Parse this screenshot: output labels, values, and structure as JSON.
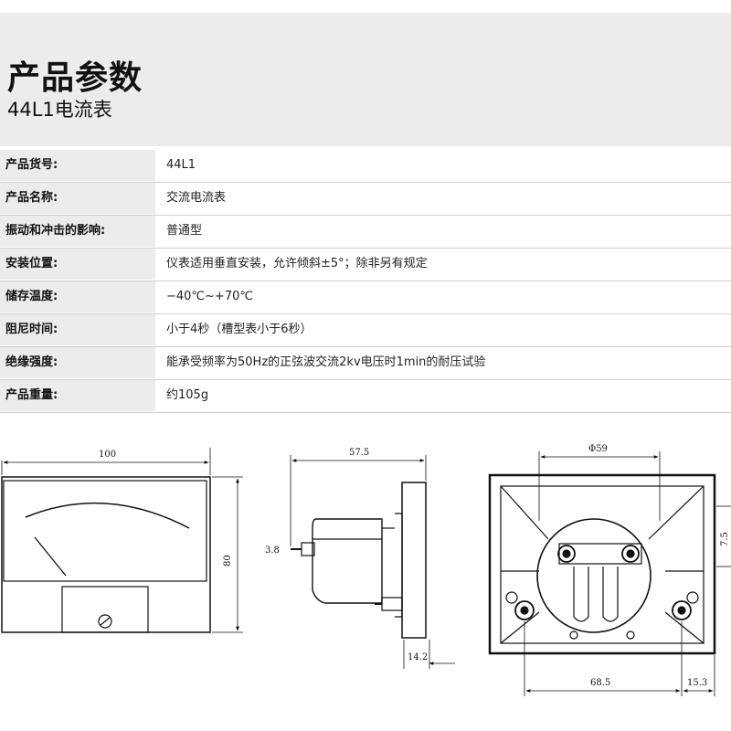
{
  "header": {
    "title": "产品参数",
    "subtitle": "44L1电流表"
  },
  "specs": [
    {
      "label": "产品货号:",
      "value": "44L1"
    },
    {
      "label": "产品名称:",
      "value": "交流电流表"
    },
    {
      "label": "振动和冲击的影响:",
      "value": "普通型"
    },
    {
      "label": "安装位置:",
      "value": "仪表适用垂直安装，允许倾斜±5°；除非另有规定"
    },
    {
      "label": "储存温度:",
      "value": "−40℃~+70℃"
    },
    {
      "label": "阻尼时间:",
      "value": "小于4秒（槽型表小于6秒）"
    },
    {
      "label": "绝缘强度:",
      "value": "能承受频率为50Hz的正弦波交流2kv电压时1min的耐压试验"
    },
    {
      "label": "产品重量:",
      "value": "约105g"
    }
  ],
  "drawing": {
    "front": {
      "width_dim": "100",
      "height_dim": "80"
    },
    "side": {
      "depth_dim": "57.5",
      "stud_dim": "3.8",
      "flange_dim": "14.2"
    },
    "back": {
      "diameter_dim": "Φ59",
      "side_dim": "7.5",
      "spacing_dim": "68.5",
      "offset_dim": "15.3"
    }
  }
}
